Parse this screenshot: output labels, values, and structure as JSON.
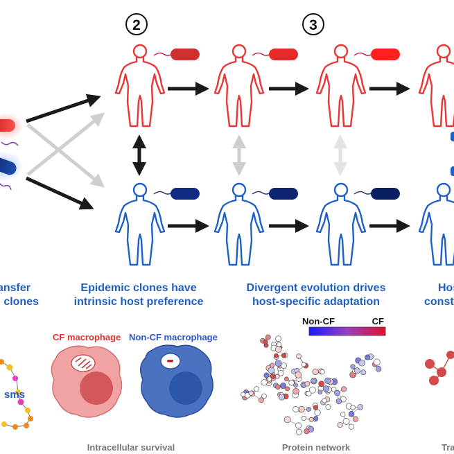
{
  "steps": [
    {
      "number": "2"
    },
    {
      "number": "3"
    }
  ],
  "headings": {
    "left_line1": "ansfer",
    "left_line2": "clones",
    "col2_line1": "Epidemic clones have",
    "col2_line2": "intrinsic host preference",
    "col3_line1": "Divergent evolution drives",
    "col3_line2": "host-specific adaptation",
    "col4_line1": "Hos",
    "col4_line2": "constr"
  },
  "macrophages": {
    "cf_label": "CF macrophage",
    "noncf_label": "Non-CF macrophage",
    "cf_color": "#e03030",
    "noncf_color": "#2a55c8"
  },
  "colorbar": {
    "left_label": "Non-CF",
    "right_label": "CF",
    "low_color": "#1a1aff",
    "high_color": "#e0102a"
  },
  "left_network_label": "sms",
  "footers": {
    "col2": "Intracellular survival",
    "col3": "Protein network",
    "col4": "Tra"
  },
  "colors": {
    "cf_red": "#e83535",
    "noncf_blue": "#1e60c8",
    "heading_blue": "#1f5fbf",
    "footer_gray": "#777777",
    "arrow_dark": "#1a1a1a",
    "arrow_light": "#cfcfcf"
  }
}
